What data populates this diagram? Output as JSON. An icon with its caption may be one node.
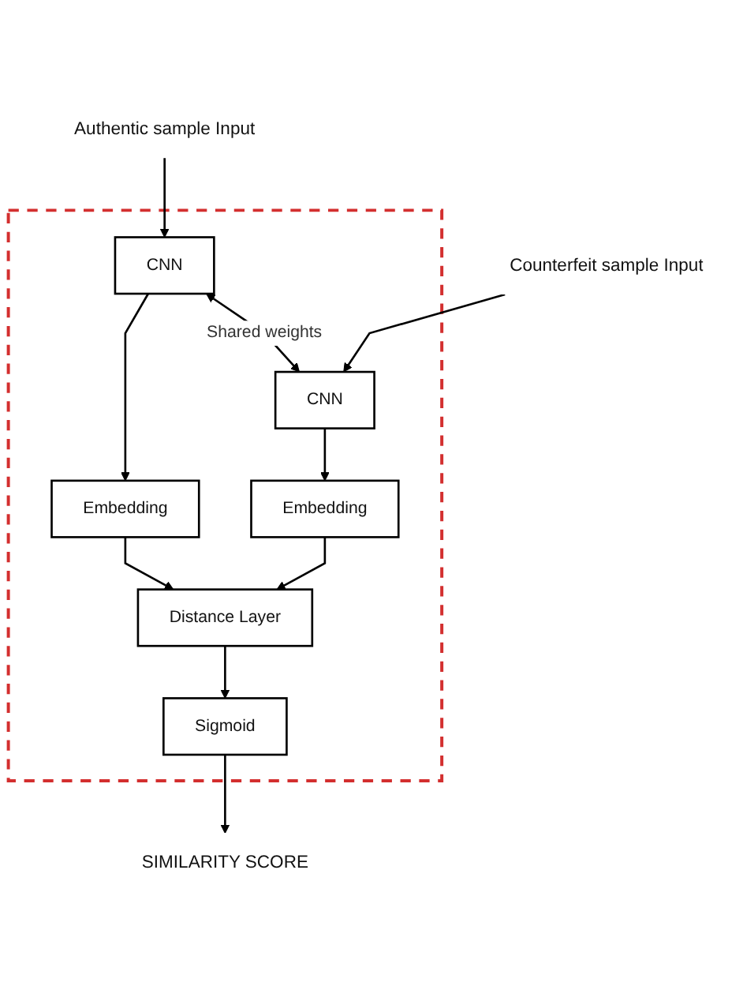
{
  "diagram": {
    "nodes": [
      {
        "text": [
          "Authentic sample Input"
        ]
      },
      {
        "text": [
          "Counterfeit sample Input"
        ]
      },
      {
        "text": [],
        "shape": "box"
      },
      {
        "text": [
          "CNN"
        ],
        "in": 2
      },
      {
        "text": [
          "CNN"
        ],
        "in": 2
      },
      {
        "text": [
          "Embedding"
        ],
        "in": 2
      },
      {
        "text": [
          "Embedding"
        ],
        "in": 2
      },
      {
        "text": [
          "Distance Layer"
        ],
        "in": 2
      },
      {
        "text": [
          "Sigmoid"
        ],
        "in": 2
      },
      {
        "text": [
          "SIMILARITY SCORE"
        ]
      }
    ],
    "edges": [
      {
        "from": 0,
        "to": 3,
        "arrow": "to"
      },
      {
        "from": 1,
        "to": 4,
        "arrow": "to"
      },
      {
        "from": 3,
        "to": 4,
        "arrow": "both",
        "label": "Shared weights"
      },
      {
        "from": 3,
        "to": 5,
        "arrow": "to"
      },
      {
        "from": 4,
        "to": 6,
        "arrow": "to"
      },
      {
        "from": 5,
        "to": 7,
        "arrow": "to"
      },
      {
        "from": 6,
        "to": 7,
        "arrow": "to"
      },
      {
        "from": 7,
        "to": 8,
        "arrow": "to"
      },
      {
        "from": 8,
        "to": 9,
        "arrow": "to"
      }
    ]
  }
}
